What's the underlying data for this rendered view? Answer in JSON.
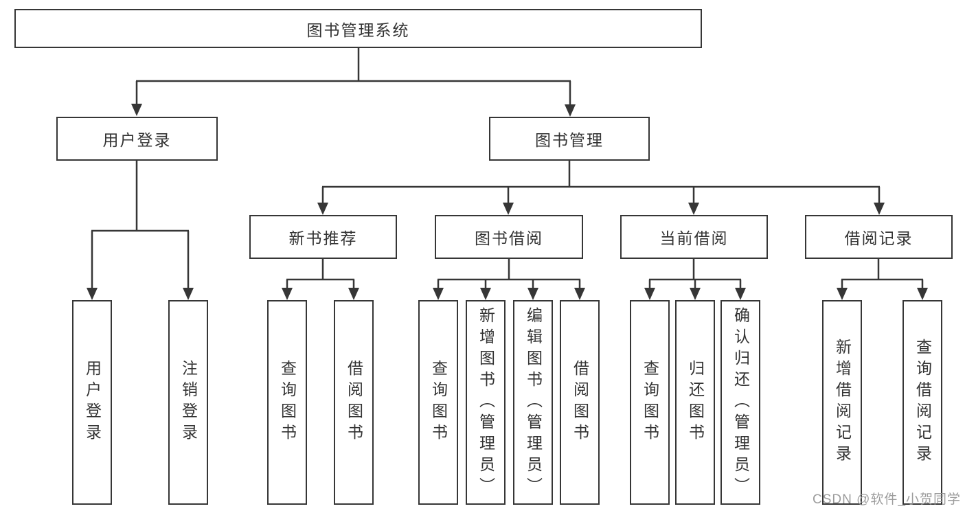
{
  "tree": {
    "root": "图书管理系统",
    "branches": [
      {
        "label": "用户登录",
        "children": [
          "用户登录",
          "注销登录"
        ]
      },
      {
        "label": "图书管理",
        "groups": [
          {
            "label": "新书推荐",
            "children": [
              "查询图书",
              "借阅图书"
            ]
          },
          {
            "label": "图书借阅",
            "children": [
              "查询图书",
              "新增图书（管理员）",
              "编辑图书（管理员）",
              "借阅图书"
            ]
          },
          {
            "label": "当前借阅",
            "children": [
              "查询图书",
              "归还图书",
              "确认归还（管理员）"
            ]
          },
          {
            "label": "借阅记录",
            "children": [
              "新增借阅记录",
              "查询借阅记录"
            ]
          }
        ]
      }
    ]
  },
  "watermark": "CSDN @软件_小贺同学",
  "colors": {
    "line": "#363636",
    "text": "#333333",
    "watermark": "#949494",
    "background": "#ffffff"
  }
}
